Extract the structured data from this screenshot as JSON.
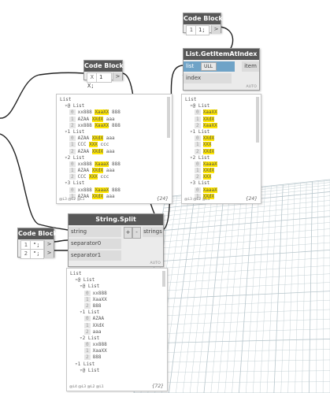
{
  "code_block_top": {
    "title": "Code Block",
    "line_no": "1",
    "code": "1;",
    "out": ">"
  },
  "code_block_mid": {
    "title": "Code Block",
    "line_no": "X",
    "code": "1 X;",
    "out": ">"
  },
  "code_block_left": {
    "title": "Code Block",
    "lines": [
      {
        "no": "1",
        "code": "\";"
      },
      {
        "no": "2",
        "code": "\";"
      }
    ],
    "out": ">"
  },
  "get_item": {
    "title": "List.GetItemAtIndex",
    "inputs": [
      "list",
      "index"
    ],
    "list_tag": "ULL",
    "output": "item",
    "auto": "AUTO"
  },
  "string_split": {
    "title": "String.Split",
    "inputs": [
      "string",
      "separator0",
      "separator1"
    ],
    "plus": "+",
    "minus": "-",
    "output": "strings",
    "auto": "AUTO"
  },
  "preview_left": {
    "lines": [
      {
        "t": "List",
        "d": 0
      },
      {
        "t": "▿@ List",
        "d": 1
      },
      {
        "i": "0",
        "a": "xx888 ",
        "h": "XaaXX",
        "b": " 888",
        "d": 2
      },
      {
        "i": "1",
        "a": "AZAA ",
        "h": "XXdX",
        "b": " aaa",
        "d": 2
      },
      {
        "i": "2",
        "a": "xx888 ",
        "h": "XaaXX",
        "b": " 888",
        "d": 2
      },
      {
        "t": "▿1 List",
        "d": 1
      },
      {
        "i": "0",
        "a": "AZAA ",
        "h": "XXdX",
        "b": " aaa",
        "d": 2
      },
      {
        "i": "1",
        "a": "CCC ",
        "h": "XXX",
        "b": " ccc",
        "d": 2
      },
      {
        "i": "2",
        "a": "AZAA ",
        "h": "XXdX",
        "b": " aaa",
        "d": 2
      },
      {
        "t": "▿2 List",
        "d": 1
      },
      {
        "i": "0",
        "a": "xx888 ",
        "h": "XaaaX",
        "b": " 888",
        "d": 2
      },
      {
        "i": "1",
        "a": "AZAA ",
        "h": "XXdX",
        "b": " aaa",
        "d": 2
      },
      {
        "i": "2",
        "a": "CCC ",
        "h": "XXX",
        "b": " ccc",
        "d": 2
      },
      {
        "t": "▿3 List",
        "d": 1
      },
      {
        "i": "0",
        "a": "xx888 ",
        "h": "XaaaX",
        "b": " 888",
        "d": 2
      },
      {
        "i": "1",
        "a": "AZAA ",
        "h": "XXdX",
        "b": " aaa",
        "d": 2
      }
    ],
    "levels": "@L3 @L2 @L1",
    "count": "{24}"
  },
  "preview_right": {
    "lines": [
      {
        "t": "List",
        "d": 0
      },
      {
        "t": "▿@ List",
        "d": 1
      },
      {
        "i": "0",
        "h": "XaaXX",
        "d": 2
      },
      {
        "i": "1",
        "h": "XXdX",
        "d": 2
      },
      {
        "i": "2",
        "h": "XaaXX",
        "d": 2
      },
      {
        "t": "▿1 List",
        "d": 1
      },
      {
        "i": "0",
        "h": "XXdX",
        "d": 2
      },
      {
        "i": "1",
        "h": "XXX",
        "d": 2
      },
      {
        "i": "2",
        "h": "XXdX",
        "d": 2
      },
      {
        "t": "▿2 List",
        "d": 1
      },
      {
        "i": "0",
        "h": "XaaaX",
        "d": 2
      },
      {
        "i": "1",
        "h": "XXdX",
        "d": 2
      },
      {
        "i": "2",
        "h": "XXX",
        "d": 2
      },
      {
        "t": "▿3 List",
        "d": 1
      },
      {
        "i": "0",
        "h": "XaaaX",
        "d": 2
      },
      {
        "i": "1",
        "h": "XXdX",
        "d": 2
      }
    ],
    "levels": "@L3 @L2 @L1",
    "count": "{24}"
  },
  "preview_bottom": {
    "lines": [
      {
        "t": "List",
        "d": 0
      },
      {
        "t": "▿@ List",
        "d": 1
      },
      {
        "t": "▿@ List",
        "d": 2
      },
      {
        "i": "0",
        "a": "xx888",
        "d": 3
      },
      {
        "i": "1",
        "a": "XaaXX",
        "d": 3
      },
      {
        "i": "2",
        "a": "888",
        "d": 3
      },
      {
        "t": "▿1 List",
        "d": 2
      },
      {
        "i": "0",
        "a": "AZAA",
        "d": 3
      },
      {
        "i": "1",
        "a": "XXdX",
        "d": 3
      },
      {
        "i": "2",
        "a": "aaa",
        "d": 3
      },
      {
        "t": "▿2 List",
        "d": 2
      },
      {
        "i": "0",
        "a": "xx888",
        "d": 3
      },
      {
        "i": "1",
        "a": "XaaXX",
        "d": 3
      },
      {
        "i": "2",
        "a": "888",
        "d": 3
      },
      {
        "t": "▿1 List",
        "d": 1
      },
      {
        "t": "▿@ List",
        "d": 2
      }
    ],
    "levels": "@L4 @L3 @L2 @L1",
    "count": "{72}"
  },
  "colors": {
    "title_bar": "#575757",
    "highlight": "#ffe600",
    "wire": "#222222",
    "grid": "#b8c6cc"
  }
}
